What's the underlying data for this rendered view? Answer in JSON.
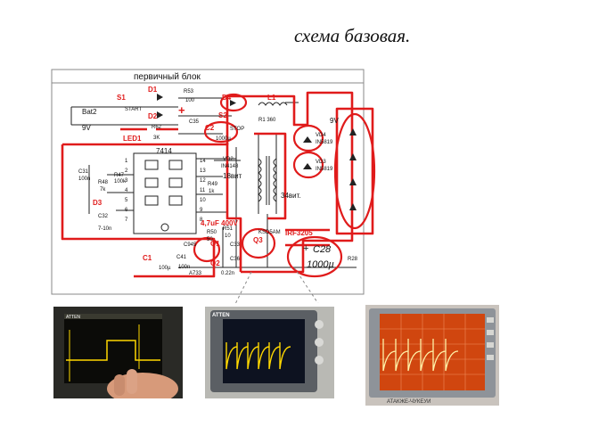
{
  "heading": "схема базовая.",
  "block_title": "первичный блок",
  "colors": {
    "markup": "#e01b1b",
    "wire": "#222222",
    "grid": "#cfcfcf"
  },
  "labels": {
    "s1": "S1",
    "start": "START",
    "d1": "D1",
    "d2": "D2",
    "r53": "R53",
    "r53v": "100",
    "d4": "D4",
    "l1": "L1",
    "r1": "R1 360",
    "bat2": "Bat2",
    "v9": "9V",
    "plus": "+",
    "s2": "S2",
    "stop": "STOP",
    "c35": "C35",
    "c2": "C2",
    "c2v": "1000µ",
    "r62": "R62",
    "r62v": "3K",
    "led1": "LED1",
    "ic": "7414",
    "c31": "C31",
    "c31v": "100n",
    "r47": "R47",
    "r47v": "100k",
    "r48": "R48",
    "r48v": "7k",
    "d3": "D3",
    "c32": "C32",
    "c32v": "7-10n",
    "vd2": "VD2",
    "vd2v": "IN4148",
    "w18": "18вит",
    "r49": "R49",
    "r49v": "1k",
    "w34": "34вит.",
    "vd4": "VD4",
    "vd4v": "IN5819",
    "vd3": "VD3",
    "vd3v": "IN5819",
    "led9v": "9V",
    "c47": "4,7uF 400V",
    "r51": "R51",
    "r51v": "10",
    "r50": "R50",
    "r50v": "50",
    "q1": "Q1",
    "c945": "C945",
    "q3": "Q3",
    "ksd": "KSD5AM",
    "irf": "IRF3205",
    "c28": "C28",
    "c28v": "1000µ",
    "plus2": "+",
    "r28": "R28",
    "c1": "C1",
    "c1v": "100µ",
    "c41": "C41",
    "c41v": "100n",
    "q2": "Q2",
    "a733": "A733",
    "c36": "C36",
    "c33": "C33",
    "r22": "0.22n"
  },
  "ic_pins_left": [
    "1",
    "2",
    "3",
    "4",
    "5",
    "6",
    "7"
  ],
  "ic_pins_right": [
    "14",
    "13",
    "12",
    "11",
    "10",
    "9",
    "8"
  ],
  "scope_brand": "ATTEN",
  "scope_caption": "АТАКЖЕ-ЧУКЕУИ"
}
